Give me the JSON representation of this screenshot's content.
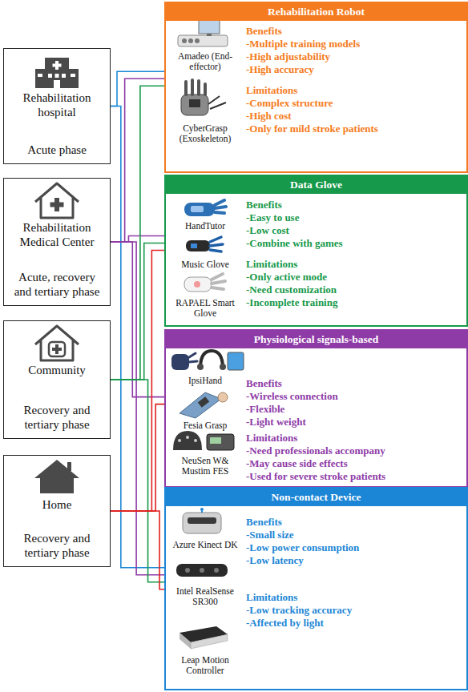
{
  "diagram": {
    "nodes": [
      {
        "text": [
          "Rehabilitation hospital",
          "Acute phase"
        ]
      },
      {
        "text": [
          "Rehabilitation Medical Center",
          "Acute, recovery and tertiary phase"
        ]
      },
      {
        "text": [
          "Community",
          "Recovery and tertiary phase"
        ]
      },
      {
        "text": [
          "Home",
          "Recovery and tertiary phase"
        ]
      },
      {
        "text": [
          "Rehabilitation Robot",
          "Amadeo (End-effector)",
          "CyberGrasp (Exoskeleton)",
          "Benefits",
          "-Multiple training models",
          "-High adjustability",
          "-High accuracy",
          "Limitations",
          "-Complex structure",
          "-High cost",
          "-Only for mild stroke patients"
        ]
      },
      {
        "text": [
          "Data Glove",
          "HandTutor",
          "Music Glove",
          "RAPAEL Smart Glove",
          "Benefits",
          "-Easy to use",
          "-Low cost",
          "-Combine with games",
          "Limitations",
          "-Only active mode",
          "-Need customization",
          "-Incomplete training"
        ]
      },
      {
        "text": [
          "Physiological signals-based",
          "IpsiHand",
          "Fesia Grasp",
          "NeuSen W& Mustim FES",
          "Benefits",
          "-Wireless connection",
          "-Flexible",
          "-Light weight",
          "Limitations",
          "-Need professionals accompany",
          "-May cause side effects",
          "-Used for severe stroke patients"
        ]
      },
      {
        "text": [
          "Non-contact Device",
          "Azure Kinect DK",
          "Intel RealSense SR300",
          "Leap Motion Controller",
          "Benefits",
          "-Small size",
          "-Low power consumption",
          "-Low latency",
          "Limitations",
          "-Low tracking accuracy",
          "-Affected by light"
        ]
      }
    ],
    "edges": [
      {
        "from": 0,
        "to": 4,
        "arrow": "none"
      },
      {
        "from": 0,
        "to": 7,
        "arrow": "none"
      },
      {
        "from": 1,
        "to": 4,
        "arrow": "none"
      },
      {
        "from": 1,
        "to": 5,
        "arrow": "none"
      },
      {
        "from": 1,
        "to": 6,
        "arrow": "none"
      },
      {
        "from": 1,
        "to": 7,
        "arrow": "none"
      },
      {
        "from": 2,
        "to": 4,
        "arrow": "none"
      },
      {
        "from": 2,
        "to": 5,
        "arrow": "none"
      },
      {
        "from": 2,
        "to": 7,
        "arrow": "none"
      },
      {
        "from": 3,
        "to": 5,
        "arrow": "none"
      },
      {
        "from": 3,
        "to": 6,
        "arrow": "none"
      },
      {
        "from": 3,
        "to": 7,
        "arrow": "none"
      }
    ]
  }
}
